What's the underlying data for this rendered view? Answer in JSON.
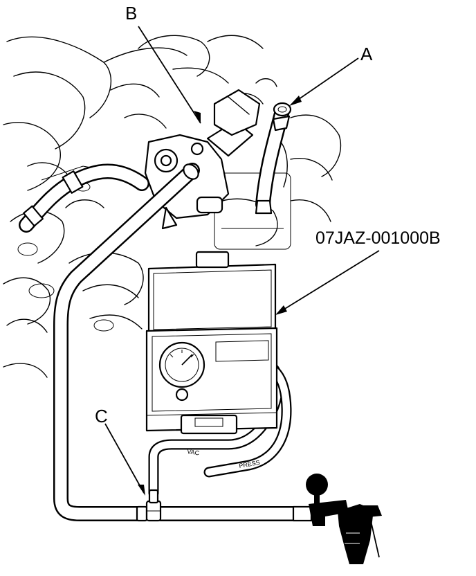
{
  "callouts": {
    "a": "A",
    "b": "B",
    "c": "C"
  },
  "tool_part_number": "07JAZ-001000B",
  "hose_markings": {
    "vac": "VAC",
    "press": "PRESS"
  }
}
